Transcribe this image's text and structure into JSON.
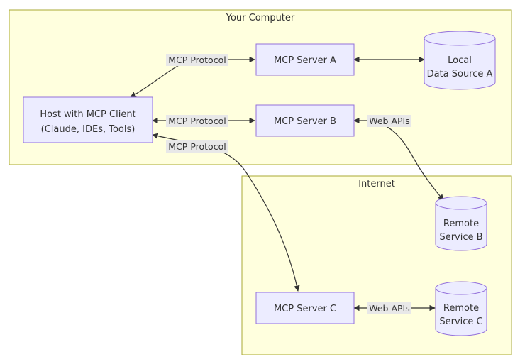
{
  "colors": {
    "subgraph_fill": "#ffffde",
    "subgraph_stroke": "#aaaa33",
    "node_fill": "#ececff",
    "node_stroke": "#9370db",
    "edge": "#333333",
    "edge_label_bg": "#e8e8e8"
  },
  "groups": {
    "computer": "Your Computer",
    "internet": "Internet"
  },
  "nodes": {
    "host": [
      "Host with MCP Client",
      "(Claude, IDEs, Tools)"
    ],
    "server_a": "MCP Server A",
    "server_b": "MCP Server B",
    "server_c": "MCP Server C",
    "local_a": [
      "Local",
      "Data Source A"
    ],
    "remote_b": [
      "Remote",
      "Service B"
    ],
    "remote_c": [
      "Remote",
      "Service C"
    ]
  },
  "edge_labels": {
    "host_a": "MCP Protocol",
    "host_b": "MCP Protocol",
    "host_c": "MCP Protocol",
    "b_remote": "Web APIs",
    "c_remote": "Web APIs"
  }
}
